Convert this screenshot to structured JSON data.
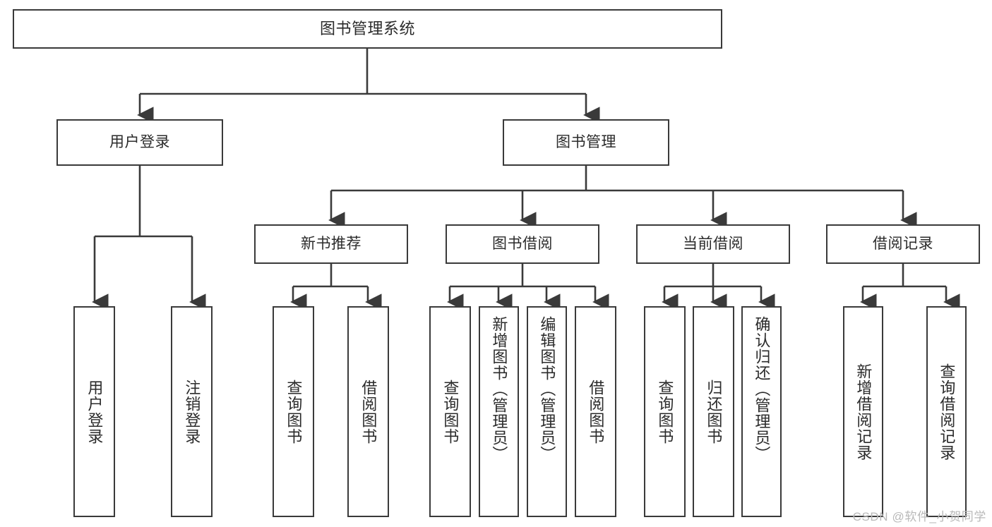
{
  "diagram": {
    "title": "图书管理系统",
    "type": "tree-hierarchy-functional-structure",
    "stroke_color": "#3a3a3a",
    "text_color": "#2b2b2b",
    "background_color": "#ffffff",
    "nodes": {
      "root": "图书管理系统",
      "level2": {
        "user_login": "用户登录",
        "book_manage": "图书管理"
      },
      "level3": {
        "new_book_recommend": "新书推荐",
        "book_borrow": "图书借阅",
        "current_borrow": "当前借阅",
        "borrow_record": "借阅记录"
      },
      "leaves": {
        "user_login_children": [
          "用户登录",
          "注销登录"
        ],
        "new_book_recommend_children": [
          "查询图书",
          "借阅图书"
        ],
        "book_borrow_children": [
          "查询图书",
          "新增图书（管理员）",
          "编辑图书（管理员）",
          "借阅图书"
        ],
        "current_borrow_children": [
          "查询图书",
          "归还图书",
          "确认归还（管理员）"
        ],
        "borrow_record_children": [
          "新增借阅记录",
          "查询借阅记录"
        ]
      }
    }
  },
  "watermark": {
    "text": "CSDN @软件_小贺同学"
  }
}
